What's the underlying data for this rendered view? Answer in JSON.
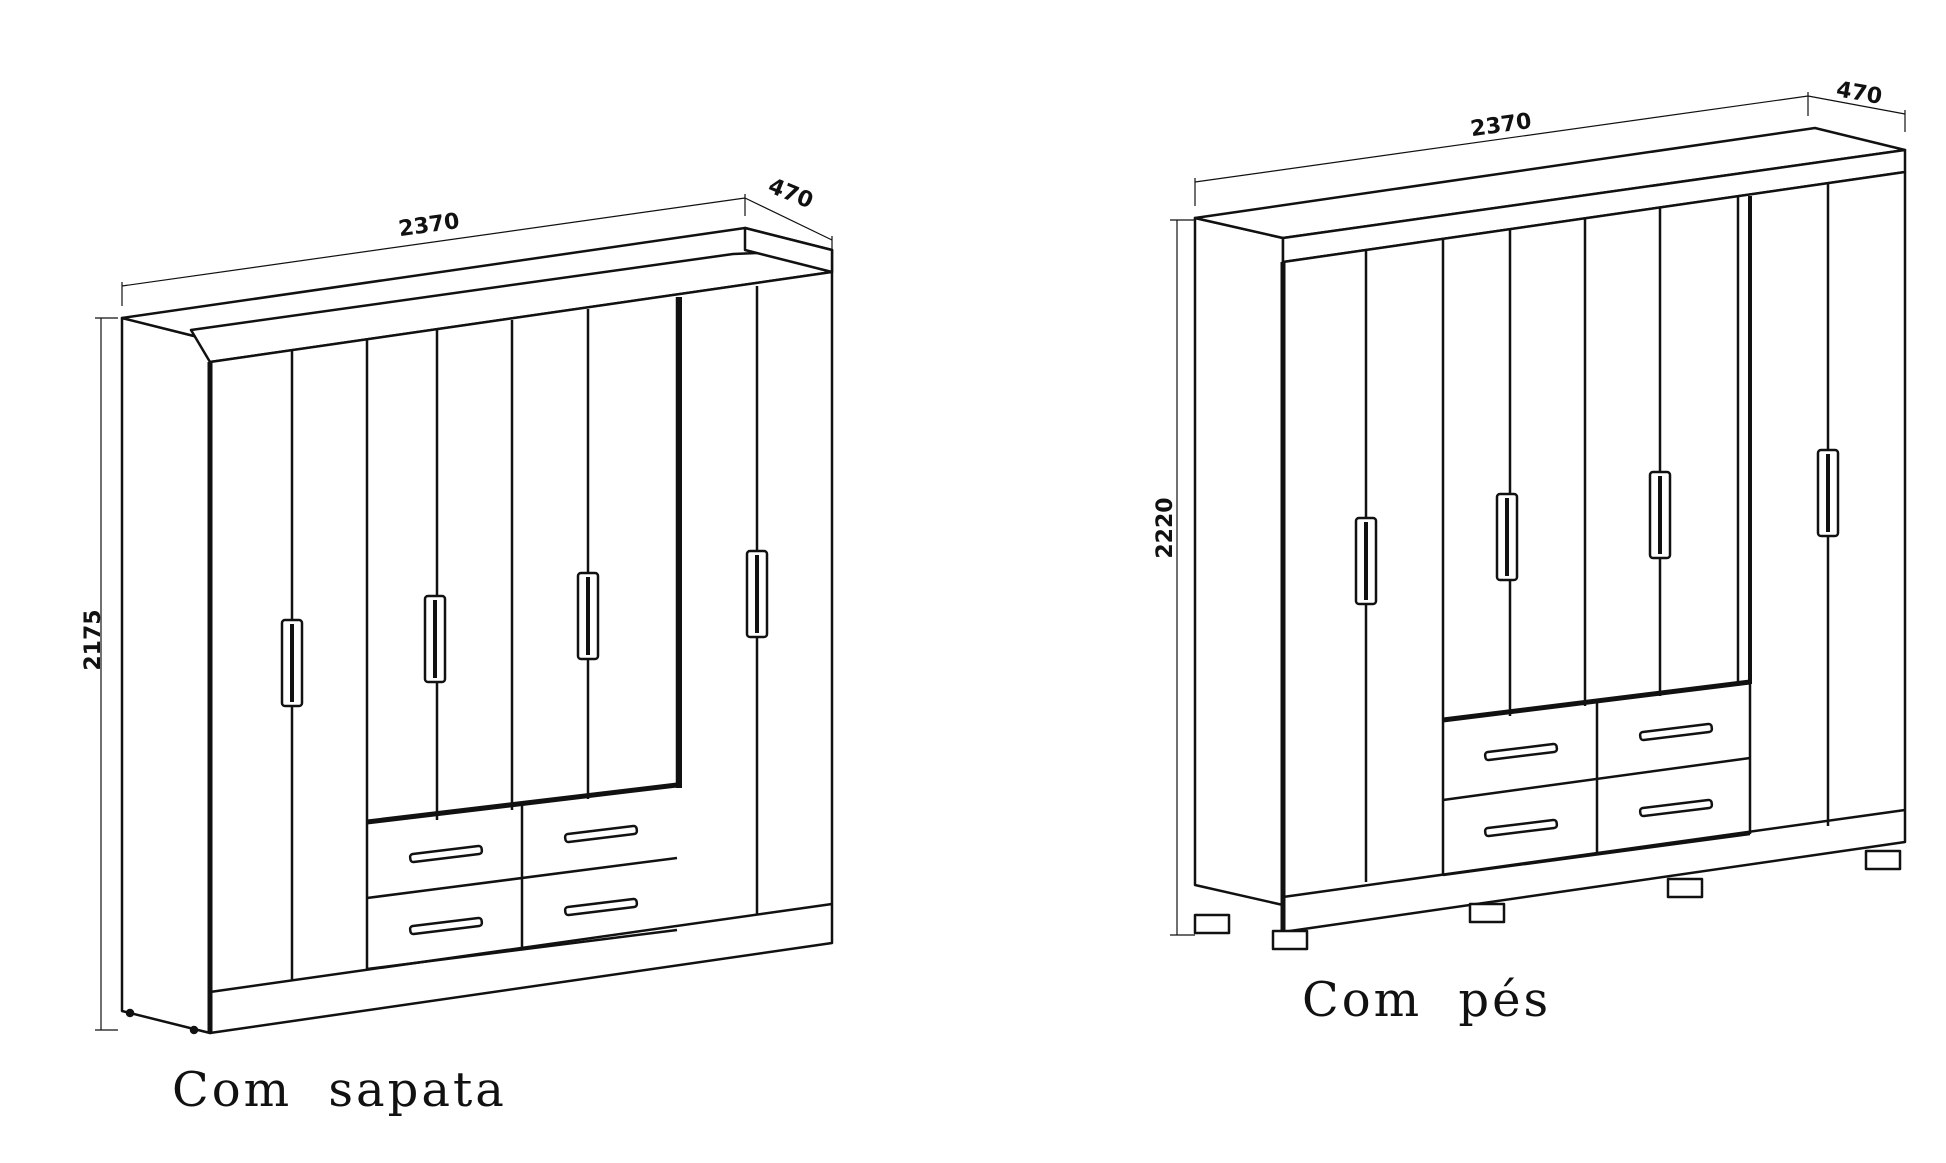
{
  "left": {
    "dim_width": "2370",
    "dim_depth": "470",
    "dim_height": "2175",
    "caption": "Com sapata"
  },
  "right": {
    "dim_width": "2370",
    "dim_depth": "470",
    "dim_height": "2220",
    "caption": "Com pés"
  },
  "colors": {
    "line": "#111111",
    "background": "#ffffff"
  }
}
